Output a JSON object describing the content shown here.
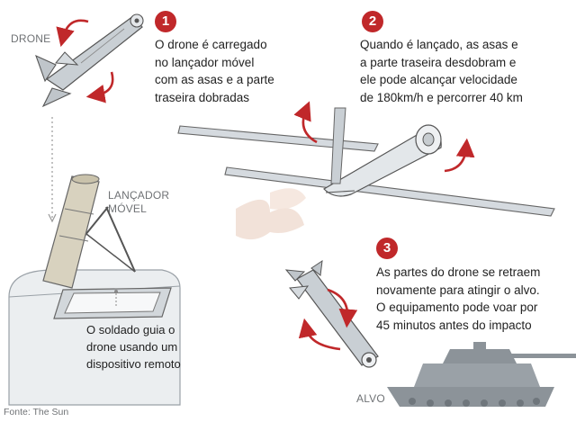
{
  "steps": [
    {
      "number": "1",
      "lines": [
        "O drone é carregado",
        "no lançador móvel",
        "com as asas e a parte",
        "traseira dobradas"
      ]
    },
    {
      "number": "2",
      "lines": [
        "Quando é lançado, as asas e",
        "a parte traseira desdobram e",
        "ele pode alcançar velocidade",
        "de 180km/h e percorrer 40 km"
      ]
    },
    {
      "number": "3",
      "lines": [
        "As partes do drone se retraem",
        "novamente para atingir o alvo.",
        "O equipamento pode voar por",
        "45 minutos antes do impacto"
      ]
    }
  ],
  "labels": {
    "drone": "DRONE",
    "launcher_line1": "LANÇADOR",
    "launcher_line2": "MÓVEL",
    "soldier_lines": [
      "O soldado guia o",
      "drone usando um",
      "dispositivo remoto"
    ],
    "target": "ALVO"
  },
  "source": "Fonte: The Sun",
  "colors": {
    "accent": "#c0282a",
    "illustration_gray": "#c9cfd4",
    "label_gray": "#6f7275"
  }
}
